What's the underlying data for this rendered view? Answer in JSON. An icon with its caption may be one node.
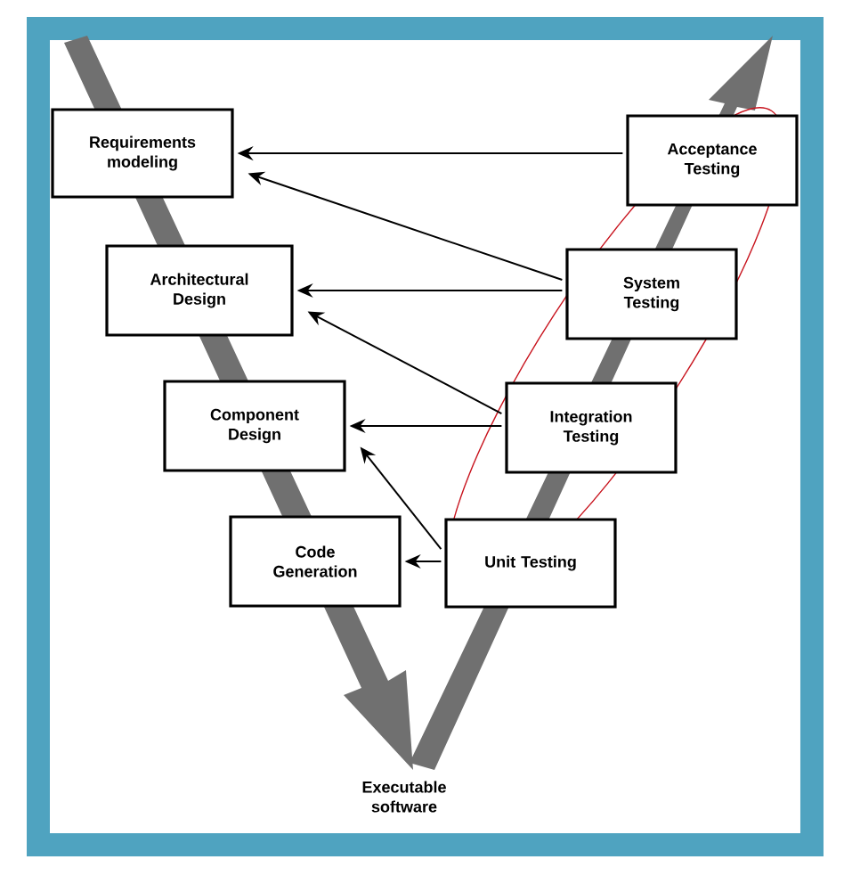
{
  "diagram": {
    "nodes": [
      {
        "text": [
          "Requirements modeling"
        ]
      },
      {
        "text": [
          "Architectural Design"
        ]
      },
      {
        "text": [
          "Component Design"
        ]
      },
      {
        "text": [
          "Code Generation"
        ]
      },
      {
        "text": [
          "Acceptance Testing"
        ]
      },
      {
        "text": [
          "System Testing"
        ]
      },
      {
        "text": [
          "Integration Testing"
        ]
      },
      {
        "text": [
          "Unit Testing"
        ]
      }
    ],
    "edges": [
      {
        "from": 4,
        "to": 0,
        "arrow": "to"
      },
      {
        "from": 5,
        "to": 0,
        "arrow": "to"
      },
      {
        "from": 5,
        "to": 1,
        "arrow": "to"
      },
      {
        "from": 6,
        "to": 1,
        "arrow": "to"
      },
      {
        "from": 6,
        "to": 2,
        "arrow": "to"
      },
      {
        "from": 7,
        "to": 2,
        "arrow": "to"
      },
      {
        "from": 7,
        "to": 3,
        "arrow": "to"
      }
    ],
    "labels": [
      "Executable software"
    ]
  }
}
